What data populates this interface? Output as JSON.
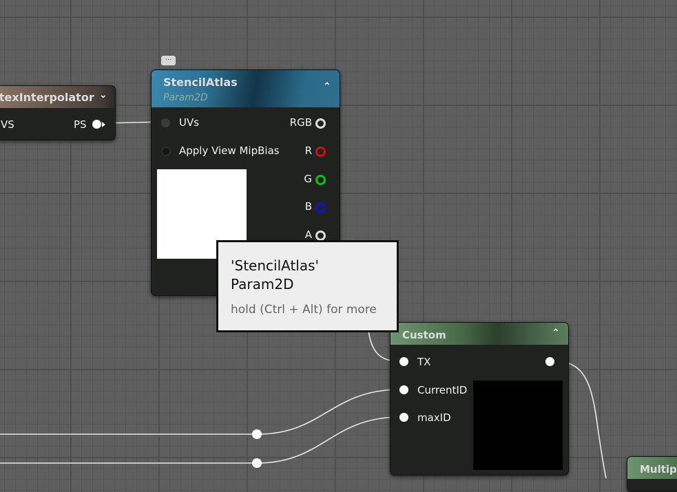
{
  "nodes": {
    "vertex_interpolator": {
      "title": "rtexInterpolator",
      "input": "VS",
      "output": "PS"
    },
    "stencil_atlas": {
      "title": "StencilAtlas",
      "subtitle": "Param2D",
      "inputs": [
        "UVs",
        "Apply View MipBias"
      ],
      "outputs": [
        "RGB",
        "R",
        "G",
        "B",
        "A"
      ]
    },
    "custom": {
      "title": "Custom",
      "inputs": [
        "TX",
        "CurrentID",
        "maxID"
      ]
    },
    "multiply": {
      "title": "Multipl"
    }
  },
  "tooltip": {
    "line1": "'StencilAtlas'",
    "line2": "Param2D",
    "hint": "hold (Ctrl + Alt) for more"
  },
  "colors": {
    "r": "#d01010",
    "g": "#10c010",
    "b": "#1010d0"
  }
}
